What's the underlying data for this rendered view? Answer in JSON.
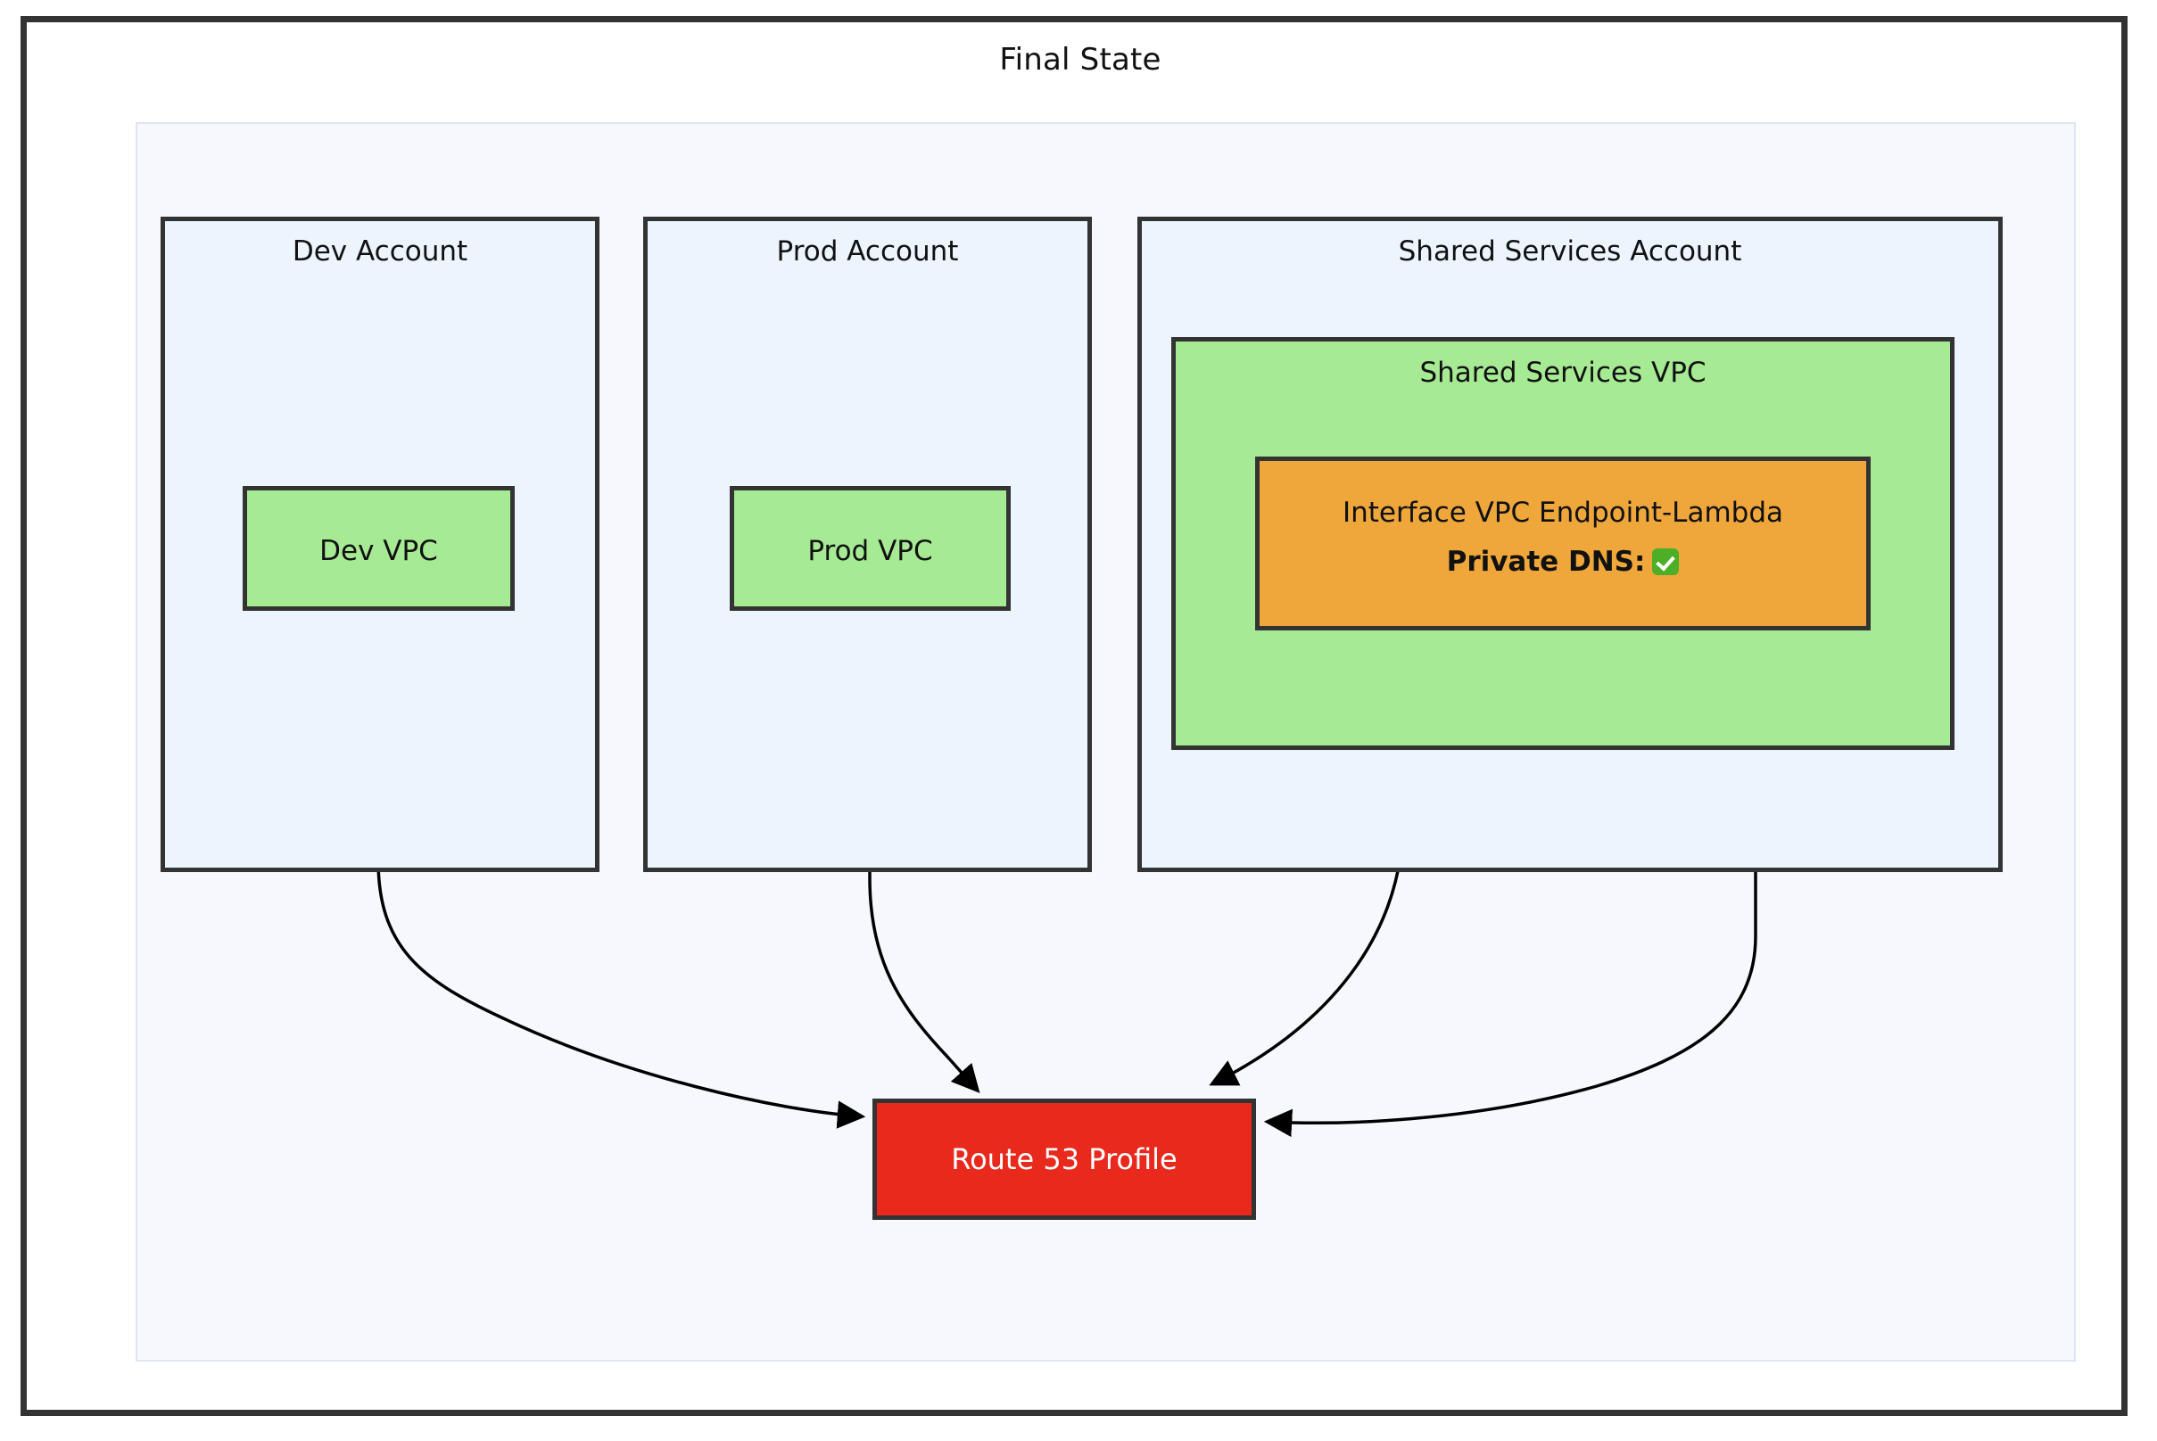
{
  "diagram": {
    "title": "Final State",
    "colors": {
      "frame_border": "#333333",
      "canvas_background": "#f6f8fd",
      "account_fill": "#ecf4fe",
      "vpc_fill": "#a6ea94",
      "endpoint_fill": "#efa73c",
      "profile_fill": "#e8291c",
      "profile_text": "#ffffff",
      "edge_stroke": "#000000"
    }
  },
  "accounts": [
    {
      "id": "dev",
      "title": "Dev Account",
      "vpc": {
        "id": "dev-vpc",
        "label": "Dev VPC"
      }
    },
    {
      "id": "prod",
      "title": "Prod Account",
      "vpc": {
        "id": "prod-vpc",
        "label": "Prod VPC"
      }
    },
    {
      "id": "shared",
      "title": "Shared Services Account",
      "vpc": {
        "id": "shared-vpc",
        "label": "Shared Services VPC",
        "endpoint": {
          "id": "interface-endpoint-lambda",
          "name": "Interface VPC Endpoint-Lambda",
          "private_dns_label": "Private DNS:",
          "private_dns_enabled_icon": "check-mark-button"
        }
      }
    }
  ],
  "profile": {
    "id": "route53-profile",
    "label": "Route 53 Profile"
  },
  "edges": [
    {
      "from": "Dev VPC",
      "to": "Route 53 Profile",
      "arrow": "to-left"
    },
    {
      "from": "Prod VPC",
      "to": "Route 53 Profile",
      "arrow": "to-top"
    },
    {
      "from": "Interface VPC Endpoint-Lambda",
      "to": "Route 53 Profile",
      "arrow": "to-top"
    },
    {
      "from": "Shared Services VPC",
      "to": "Route 53 Profile",
      "arrow": "to-right"
    }
  ]
}
